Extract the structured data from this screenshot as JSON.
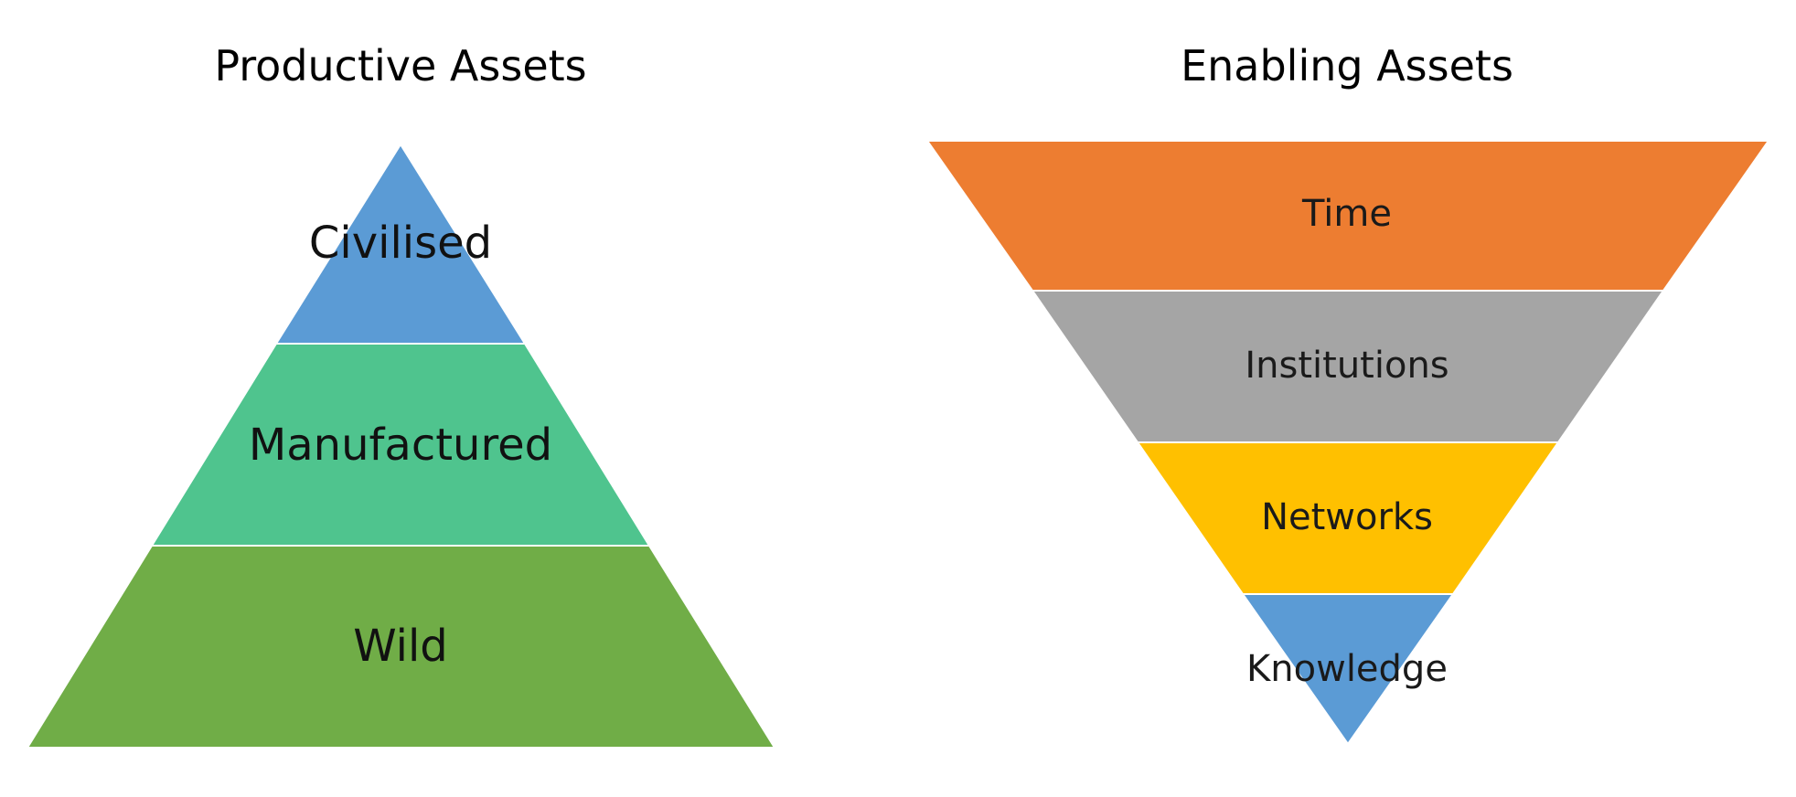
{
  "productive": {
    "title": "Productive Assets",
    "tiers": [
      {
        "label": "Civilised",
        "color": "#5b9bd5"
      },
      {
        "label": "Manufactured",
        "color": "#4fc48e"
      },
      {
        "label": "Wild",
        "color": "#70ad47"
      }
    ]
  },
  "enabling": {
    "title": "Enabling Assets",
    "tiers": [
      {
        "label": "Time",
        "color": "#ed7d31"
      },
      {
        "label": "Institutions",
        "color": "#a5a5a5"
      },
      {
        "label": "Networks",
        "color": "#ffc000"
      },
      {
        "label": "Knowledge",
        "color": "#5b9bd5"
      }
    ]
  }
}
